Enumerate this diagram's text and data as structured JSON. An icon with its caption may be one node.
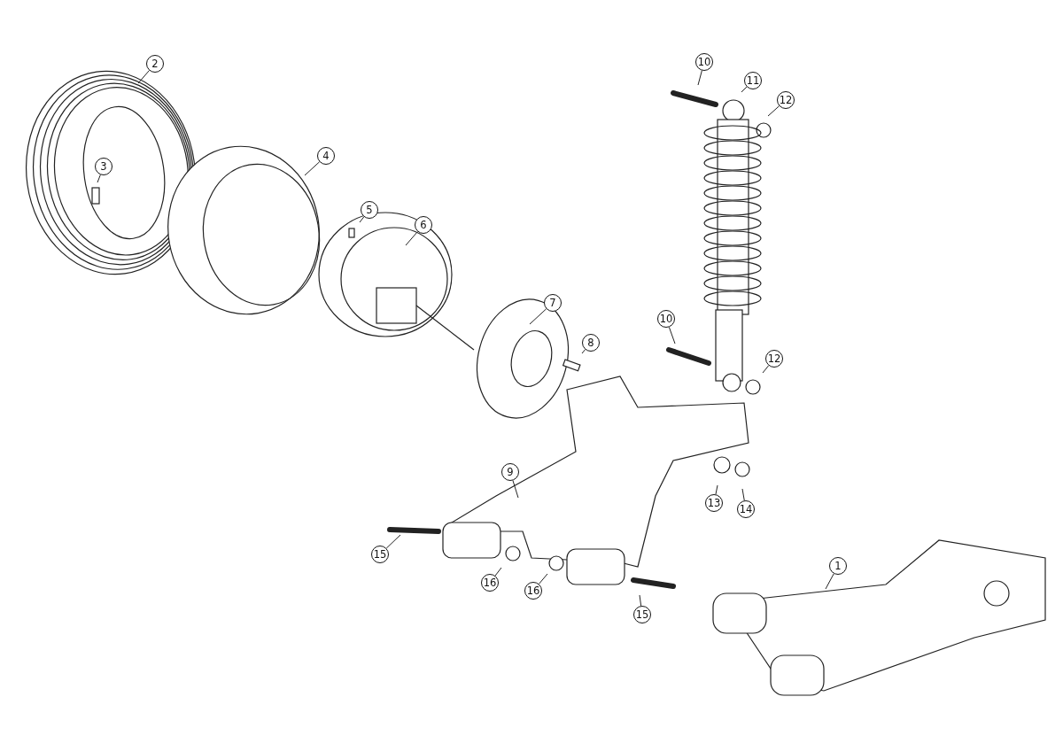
{
  "diagram": {
    "nodes": [
      {
        "text": [
          "2"
        ]
      },
      {
        "text": [
          "10"
        ]
      },
      {
        "text": [
          "11"
        ]
      },
      {
        "text": [
          "12"
        ]
      },
      {
        "text": [
          "3"
        ]
      },
      {
        "text": [
          "4"
        ]
      },
      {
        "text": [
          "5"
        ]
      },
      {
        "text": [
          "6"
        ]
      },
      {
        "text": [
          "7"
        ]
      },
      {
        "text": [
          "10"
        ]
      },
      {
        "text": [
          "8"
        ]
      },
      {
        "text": [
          "12"
        ]
      },
      {
        "text": [
          "9"
        ]
      },
      {
        "text": [
          "13"
        ]
      },
      {
        "text": [
          "14"
        ]
      },
      {
        "text": [
          "15"
        ]
      },
      {
        "text": [
          "1"
        ]
      },
      {
        "text": [
          "16"
        ]
      },
      {
        "text": [
          "16"
        ]
      },
      {
        "text": [
          "15"
        ]
      }
    ],
    "edges": [
      {
        "from": 0,
        "to": null,
        "arrow": "none"
      },
      {
        "from": 1,
        "to": null,
        "arrow": "none"
      },
      {
        "from": 2,
        "to": null,
        "arrow": "none"
      },
      {
        "from": 3,
        "to": null,
        "arrow": "none"
      },
      {
        "from": 4,
        "to": null,
        "arrow": "none"
      },
      {
        "from": 5,
        "to": null,
        "arrow": "none"
      },
      {
        "from": 6,
        "to": null,
        "arrow": "none"
      },
      {
        "from": 7,
        "to": null,
        "arrow": "none"
      },
      {
        "from": 8,
        "to": null,
        "arrow": "none"
      },
      {
        "from": 9,
        "to": null,
        "arrow": "none"
      },
      {
        "from": 10,
        "to": null,
        "arrow": "none"
      },
      {
        "from": 11,
        "to": null,
        "arrow": "none"
      },
      {
        "from": 12,
        "to": null,
        "arrow": "none"
      },
      {
        "from": 13,
        "to": null,
        "arrow": "none"
      },
      {
        "from": 14,
        "to": null,
        "arrow": "none"
      },
      {
        "from": 15,
        "to": null,
        "arrow": "none"
      },
      {
        "from": 16,
        "to": null,
        "arrow": "none"
      },
      {
        "from": 17,
        "to": null,
        "arrow": "none"
      },
      {
        "from": 18,
        "to": null,
        "arrow": "none"
      },
      {
        "from": 19,
        "to": null,
        "arrow": "none"
      }
    ]
  }
}
